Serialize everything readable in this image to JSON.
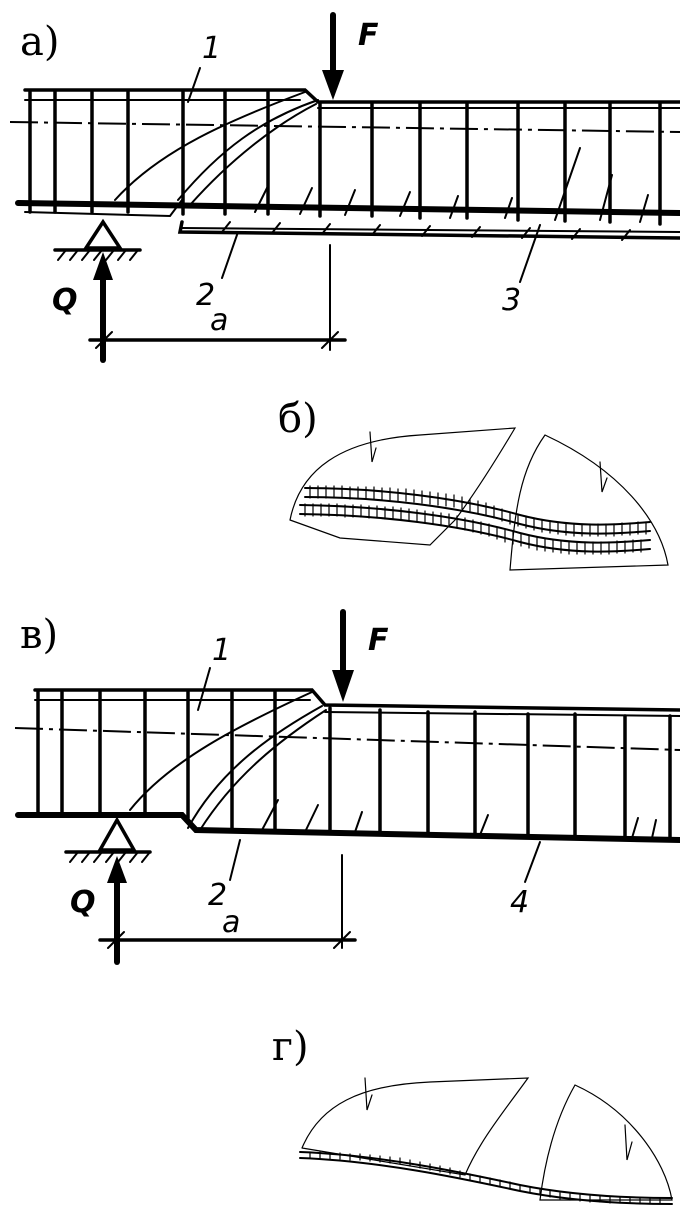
{
  "panels": {
    "a": {
      "label": "а)",
      "force_top": "F",
      "force_support": "Q",
      "dimension": "a",
      "markers": [
        "1",
        "2",
        "3"
      ]
    },
    "b": {
      "label": "б)"
    },
    "v": {
      "label": "в)",
      "force_top": "F",
      "force_support": "Q",
      "dimension": "a",
      "markers": [
        "1",
        "2",
        "4"
      ]
    },
    "g": {
      "label": "г)"
    }
  }
}
